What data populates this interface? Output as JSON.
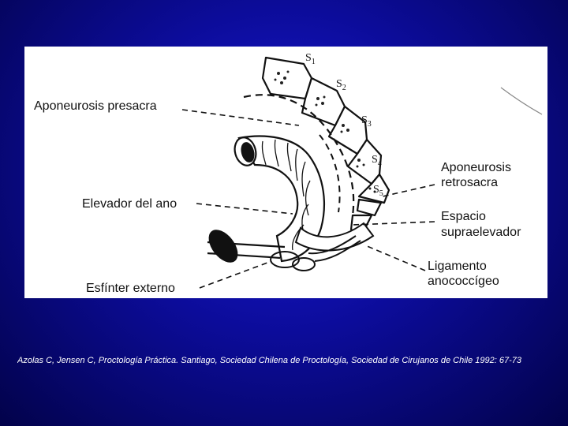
{
  "figure": {
    "labels": {
      "aponeurosis_presacra": "Aponeurosis presacra",
      "elevador_del_ano": "Elevador del ano",
      "esfinter_externo": "Esfínter externo",
      "aponeurosis_retrosacra_1": "Aponeurosis",
      "aponeurosis_retrosacra_2": "retrosacra",
      "espacio_supraelevador_1": "Espacio",
      "espacio_supraelevador_2": "supraelevador",
      "ligamento_anococcigeo_1": "Ligamento",
      "ligamento_anococcigeo_2": "anococcígeo"
    },
    "vertebrae": [
      {
        "letter": "S",
        "index": "1"
      },
      {
        "letter": "S",
        "index": "2"
      },
      {
        "letter": "S",
        "index": "3"
      },
      {
        "letter": "S",
        "index": "4"
      },
      {
        "letter": "S",
        "index": "5"
      }
    ]
  },
  "caption": "Azolas C, Jensen C, Proctología Práctica. Santiago, Sociedad Chilena de Proctología, Sociedad de Cirujanos de Chile 1992: 67-73"
}
